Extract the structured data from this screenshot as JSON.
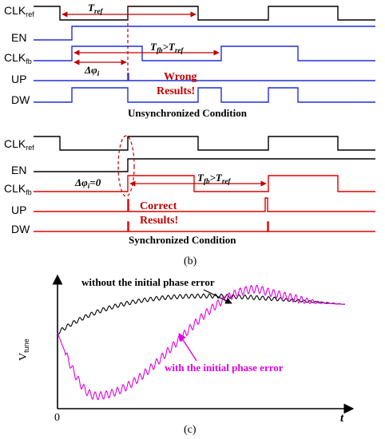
{
  "section_b": {
    "unsync": {
      "signals": {
        "clk_ref": {
          "main": "CLK",
          "sub": "ref"
        },
        "en": {
          "main": "EN"
        },
        "clk_fb": {
          "main": "CLK",
          "sub": "fb"
        },
        "up": {
          "main": "UP"
        },
        "dw": {
          "main": "DW"
        }
      },
      "t_ref": {
        "main": "T",
        "sub": "ref"
      },
      "t_fb_gt": {
        "a": "T",
        "a_sub": "fb",
        "op": ">",
        "b": "T",
        "b_sub": "ref"
      },
      "delta_phi": {
        "main": "Δφ",
        "sub": "i"
      },
      "result_line1": "Wrong",
      "result_line2": "Results!",
      "caption": "Unsynchronized Condition"
    },
    "sync": {
      "signals": {
        "clk_ref": {
          "main": "CLK",
          "sub": "ref"
        },
        "en": {
          "main": "EN"
        },
        "clk_fb": {
          "main": "CLK",
          "sub": "fb"
        },
        "up": {
          "main": "UP"
        },
        "dw": {
          "main": "DW"
        }
      },
      "delta_phi": {
        "main": "Δφ",
        "sub": "i",
        "eq": "=0"
      },
      "t_fb_gt": {
        "a": "T",
        "a_sub": "fb",
        "op": ">",
        "b": "T",
        "b_sub": "ref"
      },
      "result_line1": "Correct",
      "result_line2": "Results!",
      "caption": "Synchronized Condition"
    },
    "label": "(b)"
  },
  "section_c": {
    "y_label": {
      "main": "V",
      "sub": "tune"
    },
    "x_label": "t",
    "origin": "0",
    "black_curve_label": "without the initial phase error",
    "magenta_curve_label": "with the initial phase error",
    "label": "(c)",
    "colors": {
      "black_curve": "#000000",
      "magenta_curve": "#e000e0"
    }
  },
  "colors": {
    "clk_ref": "#000000",
    "unsync_signals": "#1f2fdc",
    "sync_signals": "#e00000",
    "annotation_arrow": "#c00000",
    "wrong_text": "#c00000"
  }
}
